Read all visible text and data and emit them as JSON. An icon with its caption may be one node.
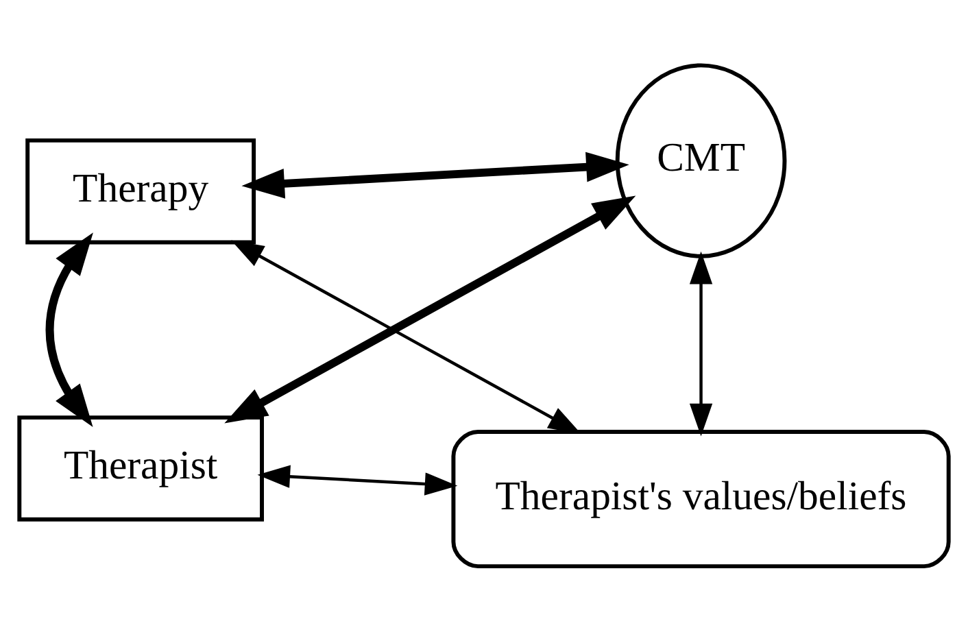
{
  "diagram": {
    "nodes": [
      {
        "text": [
          "Therapy"
        ]
      },
      {
        "text": [
          "CMT"
        ]
      },
      {
        "text": [
          "Therapist's values/beliefs"
        ]
      },
      {
        "text": [
          "Therapist"
        ]
      }
    ],
    "edges": [
      {
        "from": 0,
        "to": 1,
        "arrow": "both",
        "style": "thick"
      },
      {
        "from": 0,
        "to": 2,
        "arrow": "both"
      },
      {
        "from": 0,
        "to": 3,
        "arrow": "both",
        "style": "thick"
      },
      {
        "from": 1,
        "to": 2,
        "arrow": "both"
      },
      {
        "from": 1,
        "to": 3,
        "arrow": "both",
        "style": "thick"
      },
      {
        "from": 3,
        "to": 2,
        "arrow": "both"
      }
    ]
  }
}
